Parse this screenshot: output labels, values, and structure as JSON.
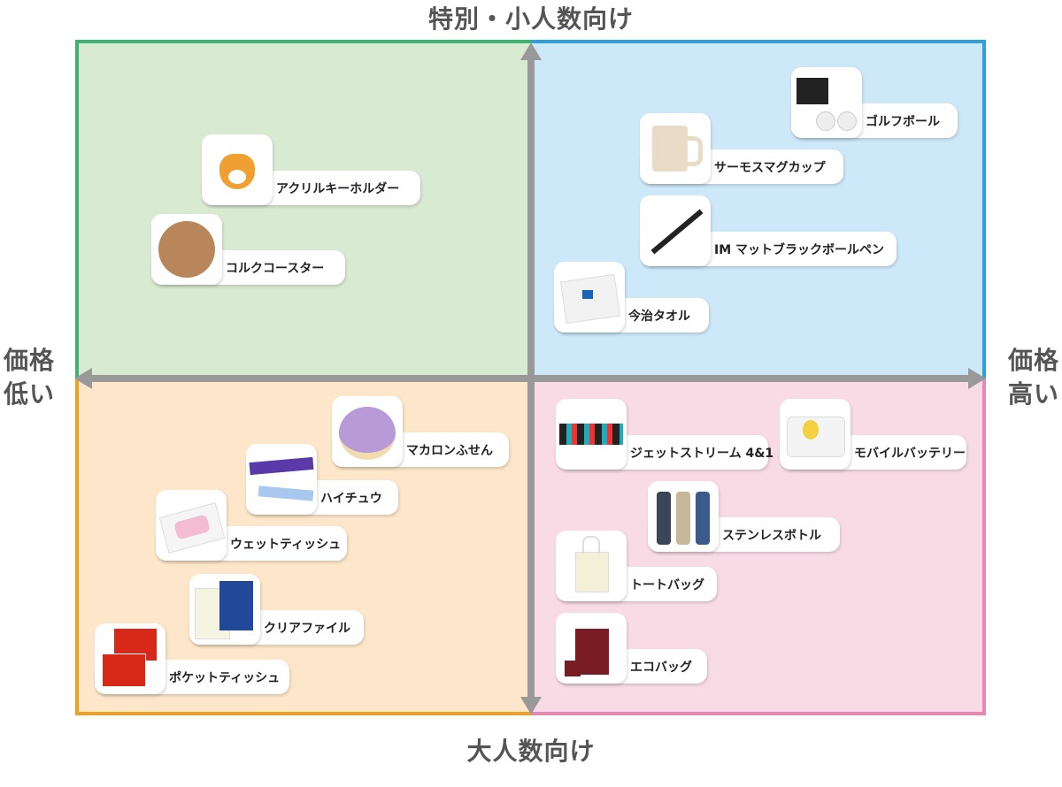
{
  "axes": {
    "top": "特別・小人数向け",
    "bottom": "大人数向け",
    "left_line1": "価格",
    "left_line2": "低い",
    "right_line1": "価格",
    "right_line2": "高い"
  },
  "colors": {
    "green": "#3cb46e",
    "blue": "#2ea1dc",
    "orange": "#f0a020",
    "pink": "#e986b3",
    "axis": "#999999"
  },
  "items": [
    {
      "label": "アクリルキーホルダー",
      "quadrant": "special-low-price",
      "icon": "fox-keychain-icon"
    },
    {
      "label": "コルクコースター",
      "quadrant": "special-low-price",
      "icon": "cork-coaster-icon"
    },
    {
      "label": "ゴルフボール",
      "quadrant": "special-high-price",
      "icon": "golf-ball-icon"
    },
    {
      "label": "サーモスマグカップ",
      "quadrant": "special-high-price",
      "icon": "mug-icon"
    },
    {
      "label": "IM マットブラックボールペン",
      "quadrant": "special-high-price",
      "icon": "pen-icon"
    },
    {
      "label": "今治タオル",
      "quadrant": "special-high-price",
      "icon": "towel-icon"
    },
    {
      "label": "マカロンふせん",
      "quadrant": "mass-low-price",
      "icon": "macaron-sticky-icon"
    },
    {
      "label": "ハイチュウ",
      "quadrant": "mass-low-price",
      "icon": "candy-icon"
    },
    {
      "label": "ウェットティッシュ",
      "quadrant": "mass-low-price",
      "icon": "wet-tissue-icon"
    },
    {
      "label": "クリアファイル",
      "quadrant": "mass-low-price",
      "icon": "clear-file-icon"
    },
    {
      "label": "ポケットティッシュ",
      "quadrant": "mass-low-price",
      "icon": "pocket-tissue-icon"
    },
    {
      "label": "ジェットストリーム 4&1",
      "quadrant": "mass-high-price",
      "icon": "multi-pen-icon"
    },
    {
      "label": "モバイルバッテリー",
      "quadrant": "mass-high-price",
      "icon": "battery-icon"
    },
    {
      "label": "ステンレスボトル",
      "quadrant": "mass-high-price",
      "icon": "bottle-icon"
    },
    {
      "label": "トートバッグ",
      "quadrant": "mass-high-price",
      "icon": "tote-bag-icon"
    },
    {
      "label": "エコバッグ",
      "quadrant": "mass-high-price",
      "icon": "eco-bag-icon"
    }
  ]
}
